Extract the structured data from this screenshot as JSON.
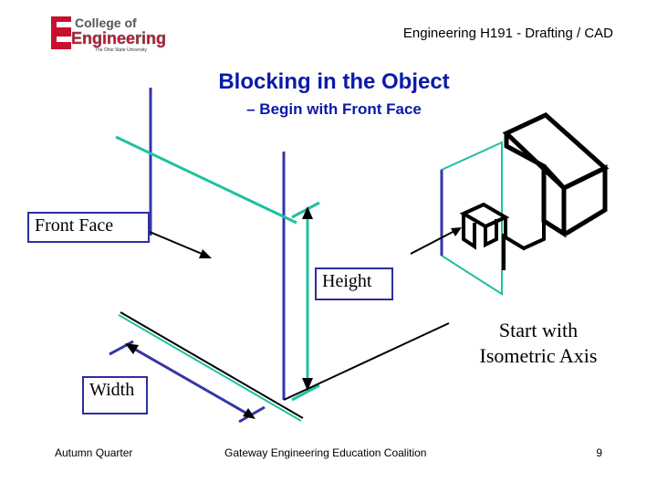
{
  "header": {
    "logo_top": "College of",
    "logo_main": "Engineering",
    "logo_sub": "The Ohio State University",
    "course": "Engineering H191  - Drafting / CAD"
  },
  "slide": {
    "title": "Blocking in the Object",
    "subtitle": "– Begin with Front Face"
  },
  "labels": {
    "front_face": "Front Face",
    "height": "Height",
    "width": "Width",
    "start_line1": "Start with",
    "start_line2": "Isometric Axis"
  },
  "footer": {
    "left": "Autumn Quarter",
    "center": "Gateway Engineering Education Coalition",
    "page": "9"
  },
  "colors": {
    "title": "#0b1aa8",
    "axis_blue": "#3535a8",
    "teal": "#1fc0a0",
    "logo_red": "#c8102e"
  }
}
